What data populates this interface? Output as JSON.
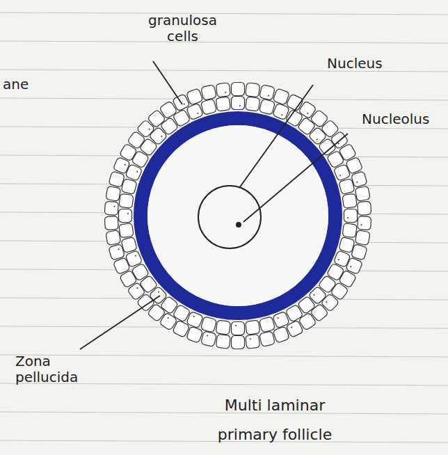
{
  "diagram": {
    "caption": "Multi laminar primary follicle",
    "labels": [
      "granulosa cells",
      "Nucleus",
      "Nucleolus",
      "ane",
      "Zona pellucida"
    ]
  }
}
